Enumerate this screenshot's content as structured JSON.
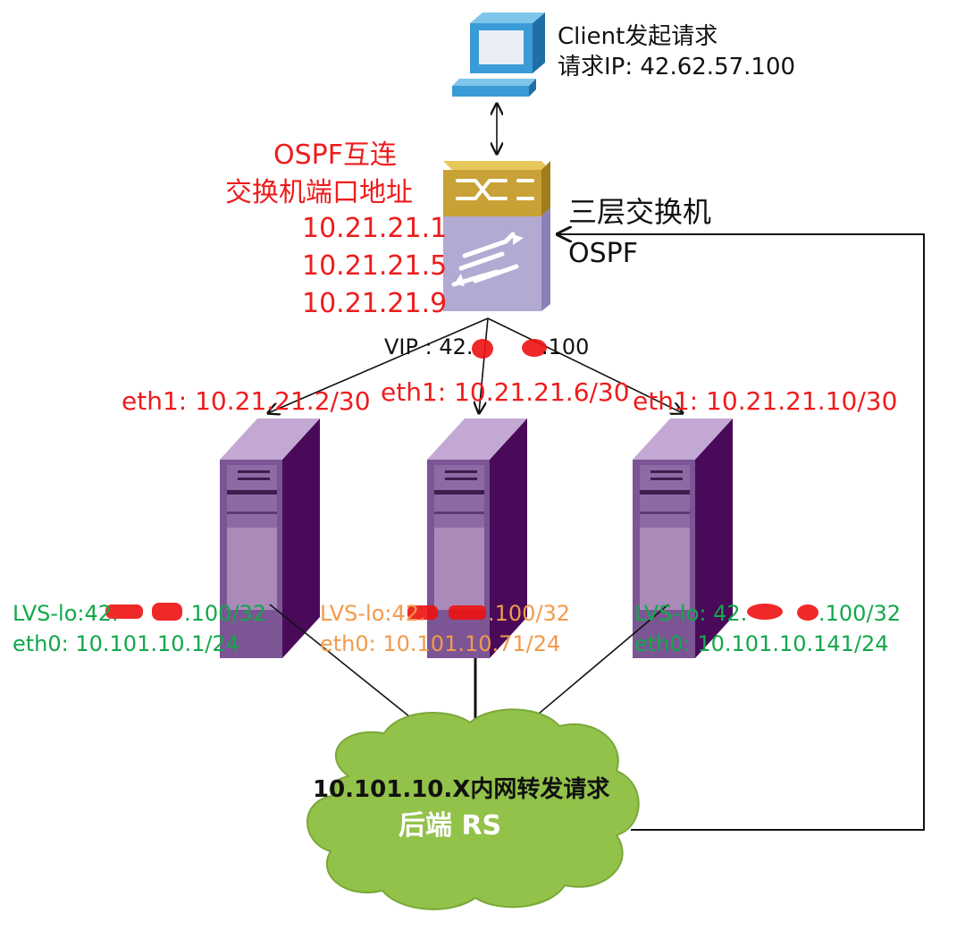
{
  "client": {
    "line1": "Client发起请求",
    "line2": "请求IP: 42.62.57.100"
  },
  "switch": {
    "ospf_title": "OSPF互连",
    "port_title": "交换机端口地址",
    "ports": [
      "10.21.21.1",
      "10.21.21.5",
      "10.21.21.9"
    ],
    "name": "三层交换机",
    "protocol": "OSPF",
    "vip": "VIP : 42.",
    "vip_suffix": ".100"
  },
  "servers": [
    {
      "eth1": "eth1: 10.21.21.2/30",
      "lo": "LVS-lo:42.",
      "lo_suffix": ".100/32",
      "eth0": "eth0: 10.101.10.1/24",
      "color": "#12a84a"
    },
    {
      "eth1": "eth1: 10.21.21.6/30",
      "lo": "LVS-lo:42.",
      "lo_suffix": ".100/32",
      "eth0": "eth0: 10.101.10.71/24",
      "color": "#f39a4b"
    },
    {
      "eth1": "eth1: 10.21.21.10/30",
      "lo": "LVS-lo: 42.",
      "lo_suffix": ".100/32",
      "eth0": "eth0: 10.101.10.141/24",
      "color": "#12a84a"
    }
  ],
  "cloud": {
    "line1": "10.101.10.X内网转发请求",
    "line2": "后端 RS"
  },
  "colors": {
    "label_red": "#ee1c1c",
    "server_front": "#7b5594",
    "server_side": "#4a0a5a",
    "server_top": "#c4a8d4",
    "cloud_fill": "#93c24a",
    "switch_gold": "#c8a236",
    "switch_body": "#b3aad3",
    "redaction": "#ee1111"
  },
  "icons": {
    "client": "computer-icon",
    "switch": "layer3-switch-icon",
    "server": "server-tower-icon",
    "cloud": "cloud-icon"
  }
}
